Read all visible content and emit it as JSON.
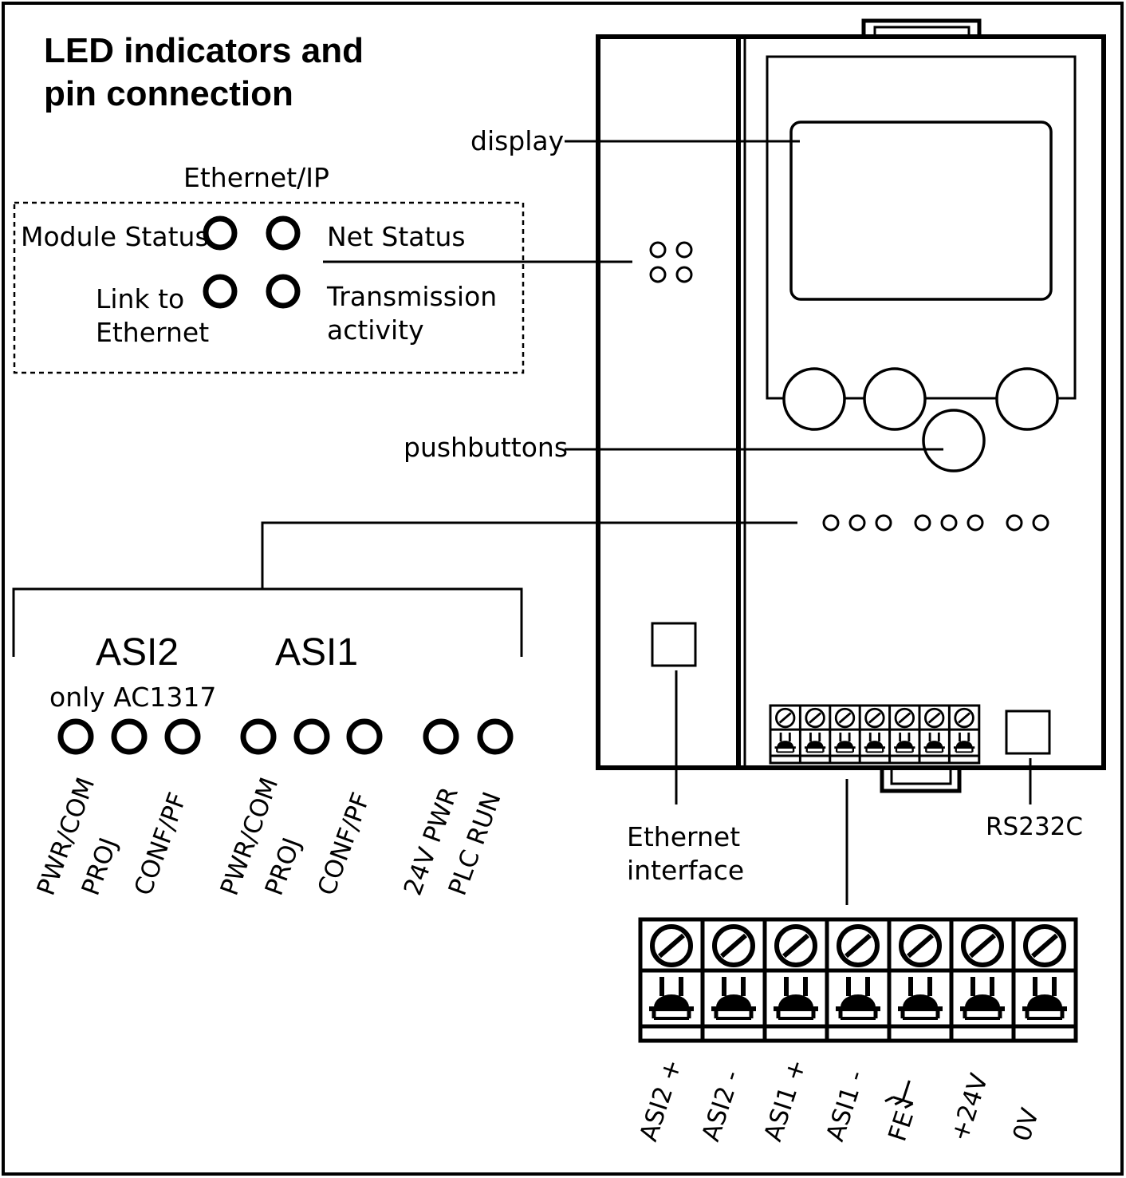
{
  "title": [
    "LED indicators and",
    "pin connection"
  ],
  "ethernet_ip": {
    "heading": "Ethernet/IP",
    "module_status": "Module Status",
    "net_status": "Net Status",
    "link_to_ethernet": [
      "Link to",
      "Ethernet"
    ],
    "transmission_activity": [
      "Transmission",
      "activity"
    ]
  },
  "callouts": {
    "display": "display",
    "pushbuttons": "pushbuttons",
    "ethernet_interface": [
      "Ethernet",
      "interface"
    ],
    "rs232c": "RS232C"
  },
  "asi_leds": {
    "asi2_heading": "ASI2",
    "asi2_note": "only AC1317",
    "asi1_heading": "ASI1",
    "led_labels": [
      "PWR/COM",
      "PROJ",
      "CONF/PF",
      "PWR/COM",
      "PROJ",
      "CONF/PF",
      "24V  PWR",
      "PLC  RUN"
    ]
  },
  "terminals": [
    "ASI2 +",
    "ASI2 -",
    "ASI1 +",
    "ASI1 -",
    "FE",
    "+24V",
    "0V"
  ]
}
